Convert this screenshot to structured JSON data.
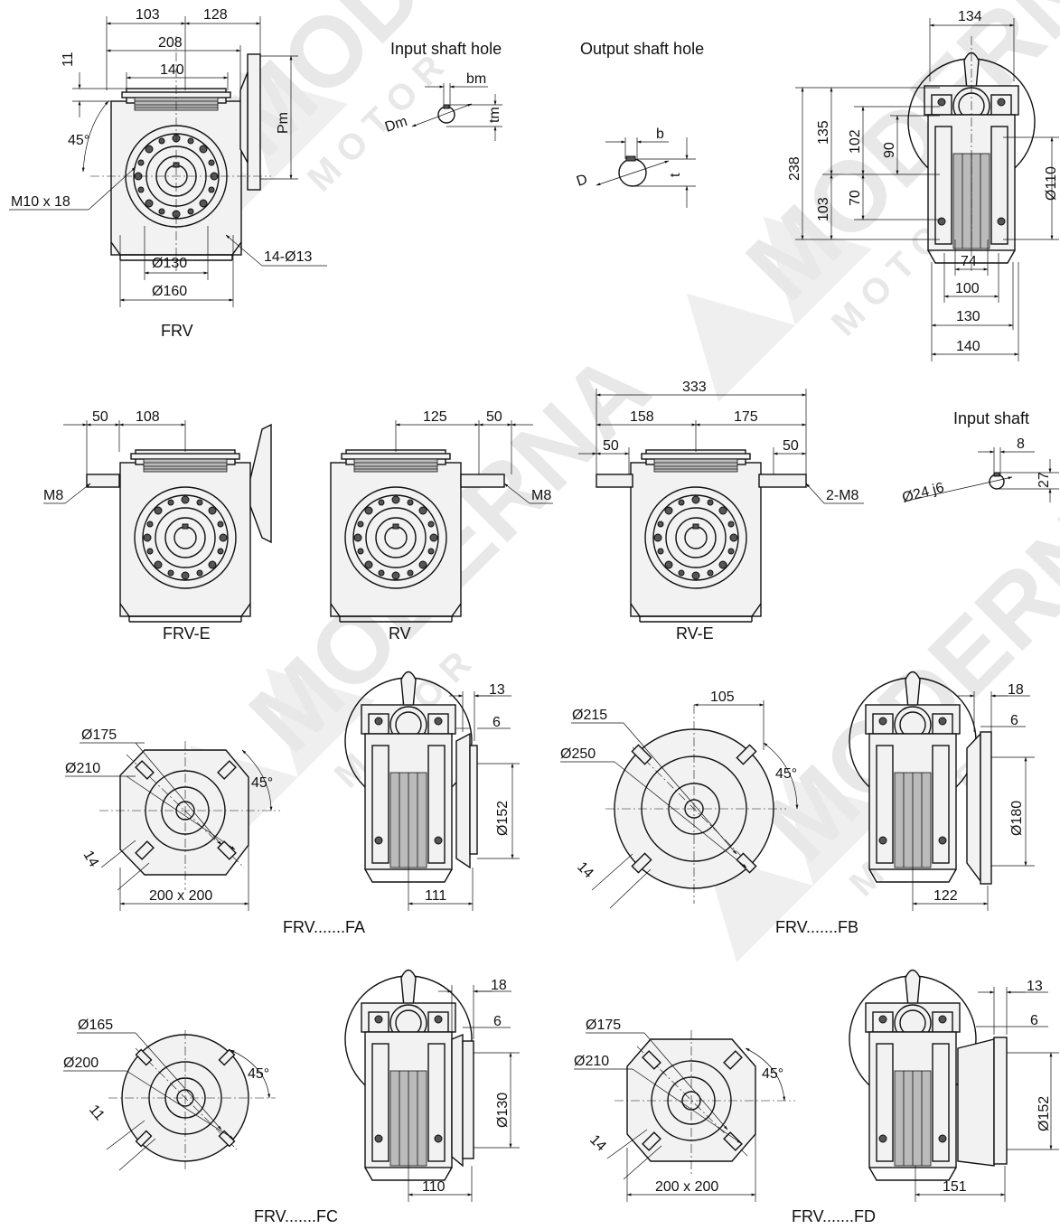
{
  "watermark": {
    "text": "MODERNA",
    "sub": "M O T O R"
  },
  "views": {
    "frv": {
      "caption": "FRV",
      "d103": "103",
      "d128": "128",
      "d208": "208",
      "d140": "140",
      "d11": "11",
      "pm": "Pm",
      "angle": "45°",
      "bolt": "M10 x 18",
      "holes": "14-Ø13",
      "dia130": "Ø130",
      "dia160": "Ø160"
    },
    "input_hole": {
      "title": "Input shaft hole",
      "bm": "bm",
      "tm": "tm",
      "dm": "Dm"
    },
    "output_hole": {
      "title": "Output shaft hole",
      "b": "b",
      "t": "t",
      "d": "D"
    },
    "side": {
      "d134": "134",
      "d238": "238",
      "d135": "135",
      "d103": "103",
      "d102": "102",
      "d90": "90",
      "d70": "70",
      "dia110": "Ø110",
      "d74": "74",
      "d100": "100",
      "d130": "130",
      "d140": "140"
    },
    "frve": {
      "caption": "FRV-E",
      "d50": "50",
      "d108": "108",
      "thread": "M8"
    },
    "rv": {
      "caption": "RV",
      "d125": "125",
      "d50": "50",
      "thread": "M8"
    },
    "rve": {
      "caption": "RV-E",
      "d333": "333",
      "d158": "158",
      "d175": "175",
      "d50a": "50",
      "d50b": "50",
      "thread": "2-M8"
    },
    "input_shaft": {
      "title": "Input shaft",
      "d8": "8",
      "d27": "27",
      "dia": "Ø24 j6"
    },
    "fa": {
      "caption": "FRV.......FA",
      "d175": "Ø175",
      "d210": "Ø210",
      "angle": "45°",
      "d14": "14",
      "size": "200 x 200",
      "d13": "13",
      "d6": "6",
      "dia152": "Ø152",
      "d111": "111"
    },
    "fb": {
      "caption": "FRV.......FB",
      "d215": "Ø215",
      "d250": "Ø250",
      "d105": "105",
      "angle": "45°",
      "d14": "14",
      "d18": "18",
      "d6": "6",
      "dia180": "Ø180",
      "d122": "122"
    },
    "fc": {
      "caption": "FRV.......FC",
      "d165": "Ø165",
      "d200": "Ø200",
      "angle": "45°",
      "d11": "11",
      "d18": "18",
      "d6": "6",
      "dia130": "Ø130",
      "d110": "110"
    },
    "fd": {
      "caption": "FRV.......FD",
      "d175": "Ø175",
      "d210": "Ø210",
      "angle": "45°",
      "d14": "14",
      "size": "200 x 200",
      "d13": "13",
      "d6": "6",
      "dia152": "Ø152",
      "d151": "151"
    }
  }
}
